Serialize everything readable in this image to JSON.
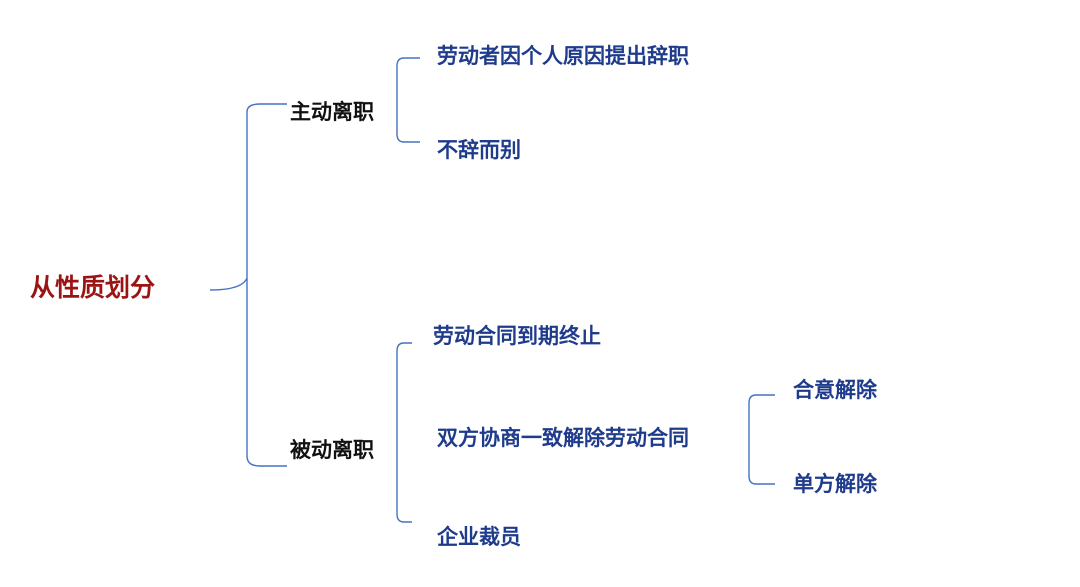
{
  "root": {
    "label": "从性质划分",
    "color": "#9b1414"
  },
  "branches": [
    {
      "label": "主动离职",
      "children": [
        {
          "label": "劳动者因个人原因提出辞职"
        },
        {
          "label": "不辞而别"
        }
      ]
    },
    {
      "label": "被动离职",
      "children": [
        {
          "label": "劳动合同到期终止"
        },
        {
          "label": "双方协商一致解除劳动合同",
          "children": [
            {
              "label": "合意解除"
            },
            {
              "label": "单方解除"
            }
          ]
        },
        {
          "label": "企业裁员"
        }
      ]
    }
  ],
  "colors": {
    "leaf_text": "#1f3b8c",
    "branch_text": "#111111",
    "bracket": "#4472c4"
  }
}
